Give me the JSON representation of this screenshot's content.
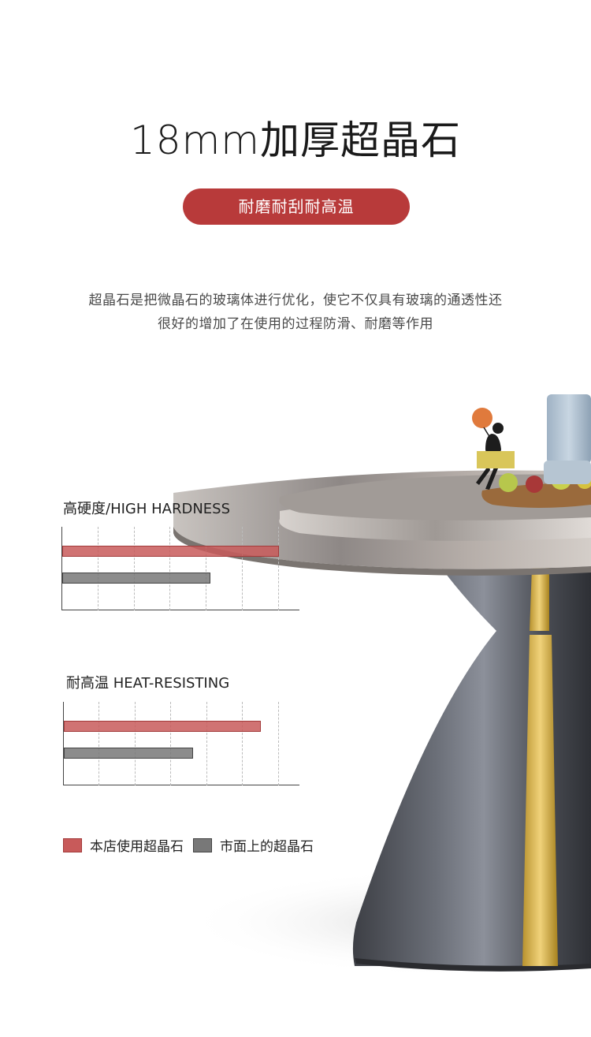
{
  "header": {
    "title": "18mm加厚超晶石",
    "badge": "耐磨耐刮耐高温"
  },
  "description": {
    "line1": "超晶石是把微晶石的玻璃体进行优化，使它不仅具有玻璃的通透性还",
    "line2": "很好的增加了在使用的过程防滑、耐磨等作用"
  },
  "colors": {
    "accent": "#b83a3a",
    "ours": "#c85a5a",
    "market": "#787878"
  },
  "chart_data": [
    {
      "type": "bar",
      "orientation": "horizontal",
      "title": "高硬度/HIGH HARDNESS",
      "categories": [
        "本店使用超晶石",
        "市面上的超晶石"
      ],
      "values": [
        6.0,
        4.1
      ],
      "xlim": [
        0,
        6.6
      ],
      "grid": true
    },
    {
      "type": "bar",
      "orientation": "horizontal",
      "title": "耐高温  HEAT-RESISTING",
      "categories": [
        "本店使用超晶石",
        "市面上的超晶石"
      ],
      "values": [
        5.5,
        3.6
      ],
      "xlim": [
        0,
        6.6
      ],
      "grid": true
    }
  ],
  "legend": {
    "ours": "本店使用超晶石",
    "market": "市面上的超晶石"
  }
}
